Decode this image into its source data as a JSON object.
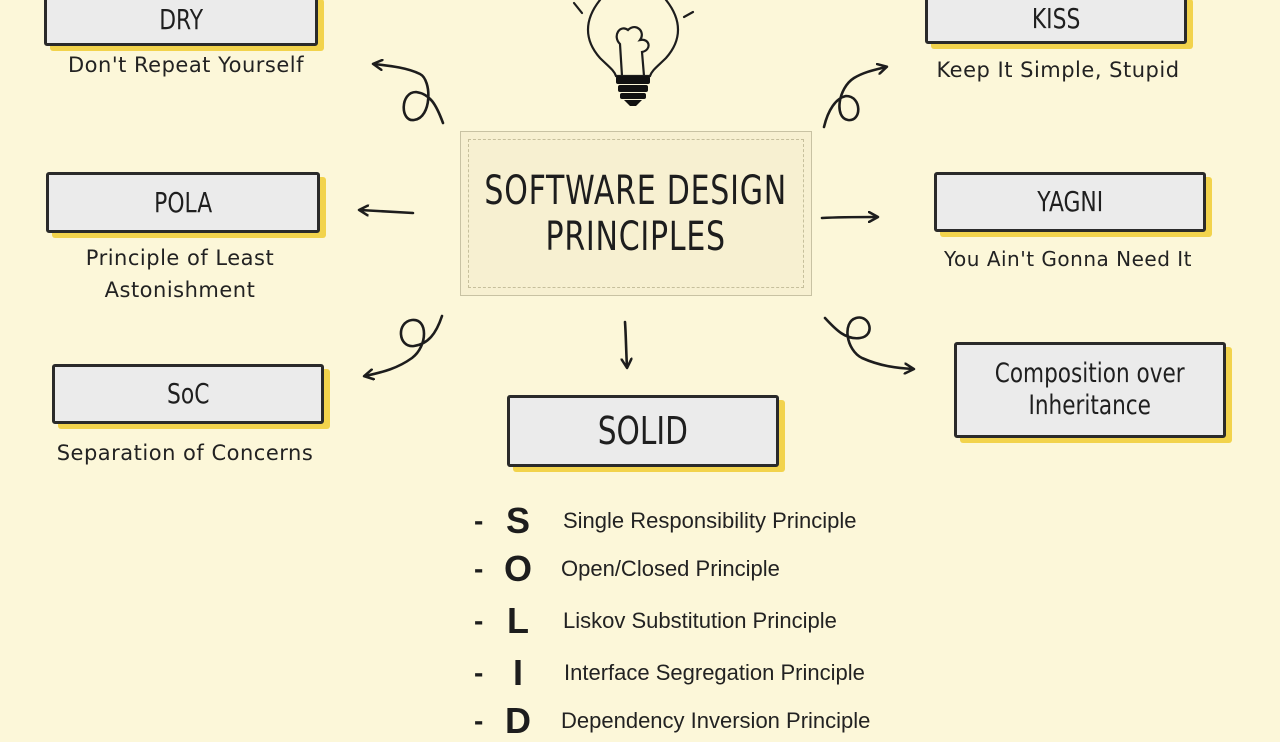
{
  "center": {
    "line1": "SOFTWARE DESIGN",
    "line2": "PRINCIPLES"
  },
  "principles": {
    "dry": {
      "acronym": "DRY",
      "meaning": "Don't Repeat Yourself"
    },
    "kiss": {
      "acronym": "KISS",
      "meaning": "Keep It Simple, Stupid"
    },
    "pola": {
      "acronym": "POLA",
      "meaning_line1": "Principle of Least",
      "meaning_line2": "Astonishment"
    },
    "yagni": {
      "acronym": "YAGNI",
      "meaning": "You Ain't Gonna Need It"
    },
    "soc": {
      "acronym": "SoC",
      "meaning": "Separation of Concerns"
    },
    "composition": {
      "line1": "Composition over",
      "line2": "Inheritance"
    },
    "solid": {
      "acronym": "SOLID"
    }
  },
  "solid_list": [
    {
      "dash": "-",
      "letter": "S",
      "text": "Single Responsibility Principle"
    },
    {
      "dash": "-",
      "letter": "O",
      "text": "Open/Closed Principle"
    },
    {
      "dash": "-",
      "letter": "L",
      "text": "Liskov Substitution Principle"
    },
    {
      "dash": "-",
      "letter": "I",
      "text": "Interface Segregation Principle"
    },
    {
      "dash": "-",
      "letter": "D",
      "text": "Dependency Inversion Principle"
    }
  ],
  "icons": {
    "idea": "lightbulb-icon",
    "connectors": "arrow-icon"
  },
  "colors": {
    "background": "#fcf7d9",
    "box_fill": "#ebebeb",
    "box_shadow": "#f2d34c",
    "ink": "#1d1d1d"
  }
}
